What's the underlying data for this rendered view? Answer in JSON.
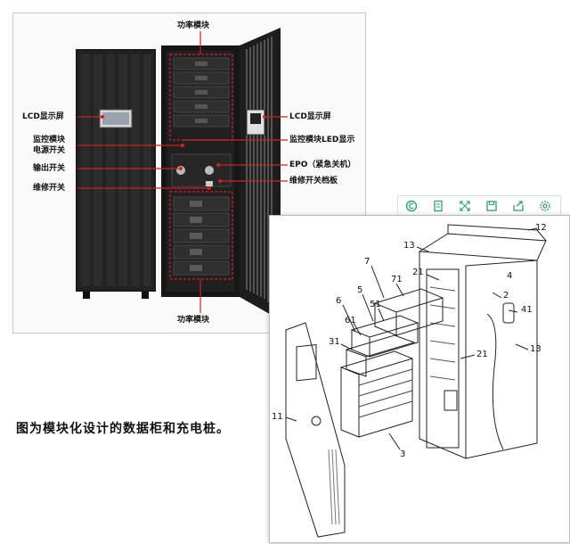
{
  "photo": {
    "labels": {
      "power_module_top": "功率模块",
      "lcd_left": "LCD显示屏",
      "monitor_power_switch_line1": "监控模块",
      "monitor_power_switch_line2": "电源开关",
      "output_switch": "输出开关",
      "maintenance_switch": "维修开关",
      "lcd_right": "LCD显示屏",
      "monitor_led": "监控模块LED显示",
      "epo": "EPO（紧急关机）",
      "maintenance_baffle": "维修开关档板",
      "power_module_bottom": "功率模块"
    }
  },
  "caption": "图为模块化设计的数据柜和充电桩。",
  "drawing": {
    "numbers": [
      "12",
      "13",
      "21",
      "2",
      "4",
      "41",
      "7",
      "71",
      "5",
      "51",
      "6",
      "61",
      "31",
      "21",
      "13",
      "11",
      "3"
    ]
  },
  "toolbar": {
    "buttons": [
      "circle-c-icon",
      "page-icon",
      "expand-icon",
      "save-icon",
      "share-icon",
      "settings-icon"
    ]
  },
  "colors": {
    "accent": "#2aa36b",
    "callout_red": "#d42020",
    "cabinet": "#1a1a1a"
  }
}
